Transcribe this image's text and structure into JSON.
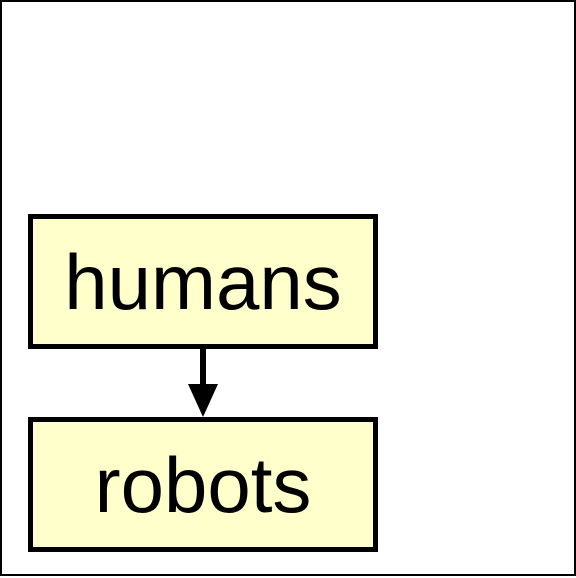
{
  "diagram": {
    "nodes": [
      {
        "id": "humans",
        "label": "humans"
      },
      {
        "id": "robots",
        "label": "robots"
      }
    ],
    "edges": [
      {
        "from": "humans",
        "to": "robots",
        "directed": true
      }
    ],
    "colors": {
      "node_fill": "#ffffcc",
      "node_border": "#000000",
      "text": "#000000",
      "edge": "#000000",
      "background": "#ffffff"
    }
  }
}
